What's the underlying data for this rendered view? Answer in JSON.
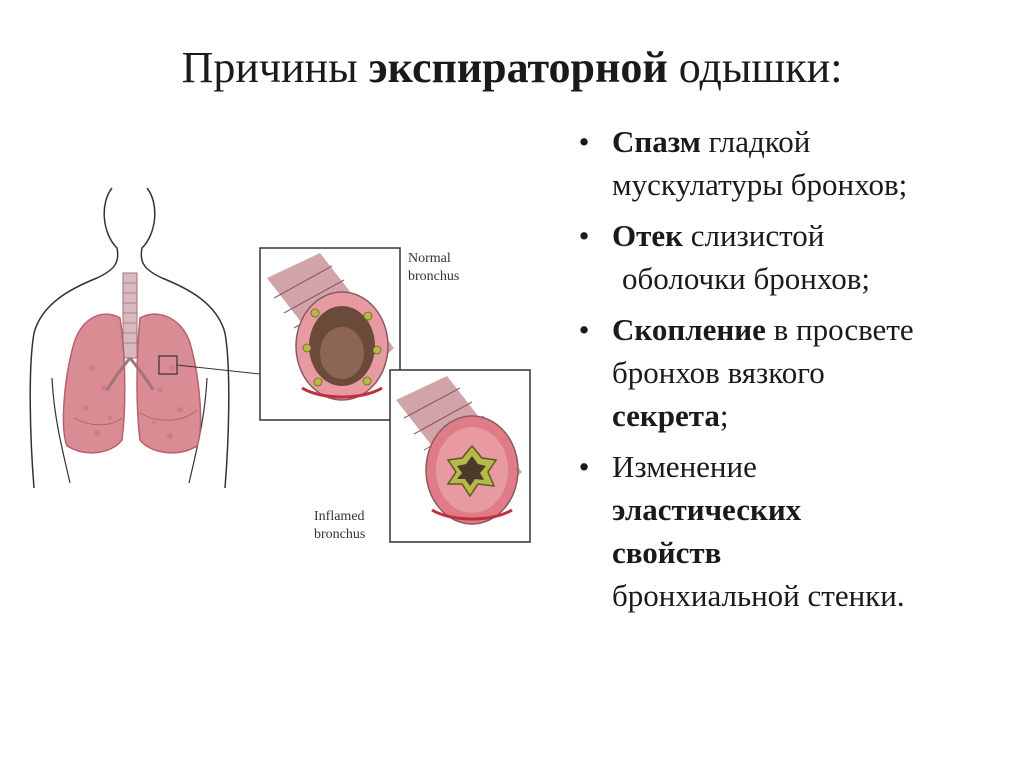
{
  "slide": {
    "title": {
      "prefix": "Причины ",
      "bold": "экспираторной",
      "suffix": " одышки:"
    },
    "illustration": {
      "normal_label_line1": "Normal",
      "normal_label_line2": "bronchus",
      "inflamed_label_line1": "Inflamed",
      "inflamed_label_line2": "bronchus"
    },
    "bullets": [
      {
        "bold": "Спазм",
        "rest": " гладкой",
        "line2": "мускулатуры бронхов;"
      },
      {
        "bold": "Отек",
        "rest": " слизистой",
        "line2": "оболочки бронхов;"
      },
      {
        "bold": "Скопление",
        "rest": " в просвете",
        "line2": "бронхов вязкого",
        "line3_bold": "секрета",
        "line3_rest": ";"
      },
      {
        "line1": "Изменение",
        "line2_bold": "эластических",
        "line3_bold": "свойств",
        "line4": "бронхиальной стенки."
      }
    ],
    "bullet_symbol": "•",
    "colors": {
      "lung": "#d98c94",
      "lung_dark": "#b8606b",
      "airway": "#c9949a",
      "tissue": "#e07c87",
      "lumen": "#6b4a3a",
      "mucus": "#b7b84a",
      "outline": "#333333"
    }
  }
}
